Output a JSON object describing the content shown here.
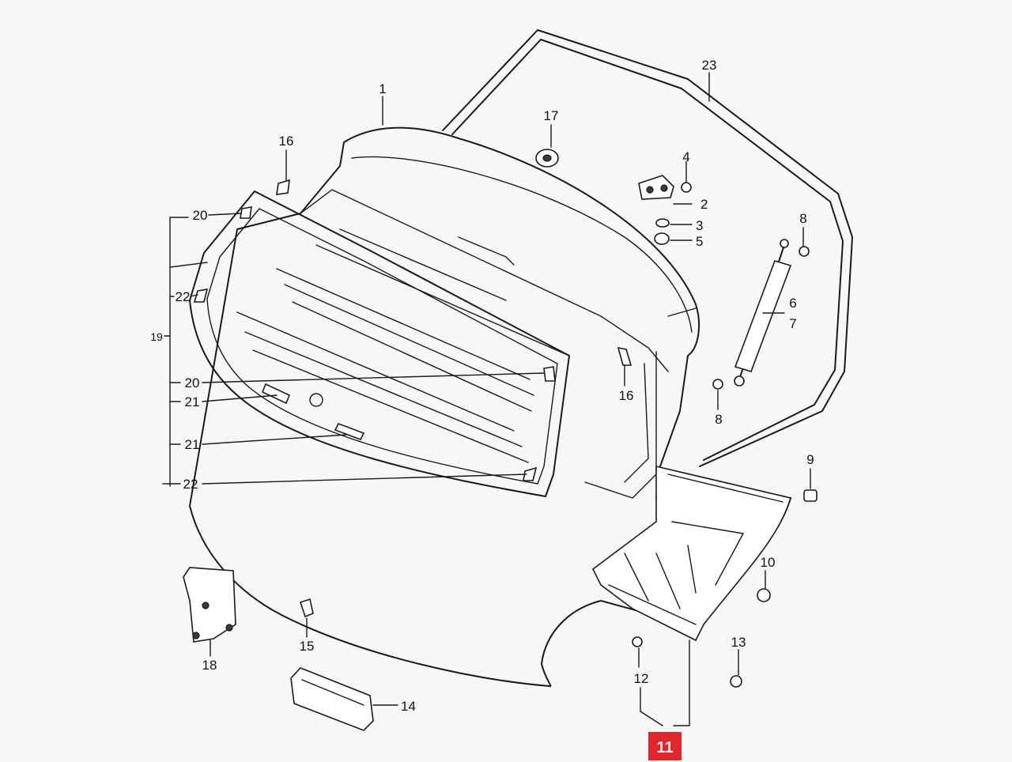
{
  "diagram": {
    "highlight_color": "#e0252b",
    "callouts": {
      "c1": "1",
      "c2": "2",
      "c3": "3",
      "c4": "4",
      "c5": "5",
      "c6": "6",
      "c7": "7",
      "c8a": "8",
      "c8b": "8",
      "c9": "9",
      "c10": "10",
      "c11": "11",
      "c12": "12",
      "c13": "13",
      "c14": "14",
      "c15": "15",
      "c16a": "16",
      "c16b": "16",
      "c17": "17",
      "c18": "18",
      "c19": "19",
      "c20a": "20",
      "c20b": "20",
      "c21a": "21",
      "c21b": "21",
      "c22a": "22",
      "c22b": "22",
      "c23": "23"
    }
  }
}
